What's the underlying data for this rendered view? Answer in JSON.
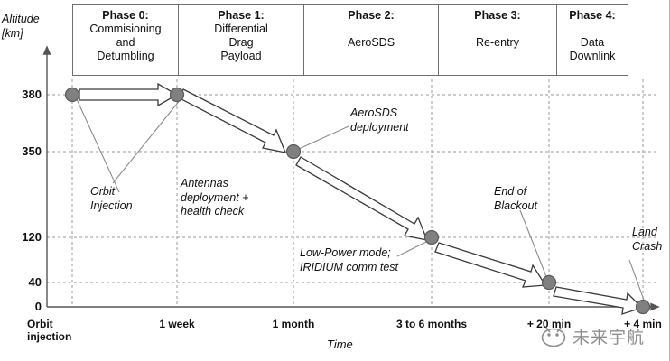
{
  "figure": {
    "axis": {
      "y_title_line1": "Altitude",
      "y_title_line2": "[km]",
      "x_title": "Time",
      "y_ticks": [
        "380",
        "350",
        "120",
        "40",
        "0"
      ],
      "x_ticks": [
        {
          "line1": "Orbit",
          "line2": "injection"
        },
        {
          "line1": "1 week",
          "line2": ""
        },
        {
          "line1": "1 month",
          "line2": ""
        },
        {
          "line1": "3 to 6 months",
          "line2": ""
        },
        {
          "line1": "+ 20 min",
          "line2": ""
        },
        {
          "line1": "+ 4 min",
          "line2": ""
        }
      ]
    },
    "phases": [
      {
        "title": "Phase 0:",
        "sub_lines": [
          "Commisioning",
          "and",
          "Detumbling"
        ]
      },
      {
        "title": "Phase 1:",
        "sub_lines": [
          "Differential",
          "Drag",
          "Payload"
        ]
      },
      {
        "title": "Phase 2:",
        "sub_lines": [
          "",
          "AeroSDS",
          ""
        ]
      },
      {
        "title": "Phase 3:",
        "sub_lines": [
          "",
          "Re-entry",
          ""
        ]
      },
      {
        "title": "Phase 4:",
        "sub_lines": [
          "",
          "Data",
          "Downlink"
        ]
      }
    ],
    "annotations": [
      {
        "id": "orbit-injection",
        "lines": [
          "Orbit",
          "Injection"
        ]
      },
      {
        "id": "antennas",
        "lines": [
          "Antennas",
          "deployment +",
          "health check"
        ]
      },
      {
        "id": "aerosds-deployment",
        "lines": [
          "AeroSDS",
          "deployment"
        ]
      },
      {
        "id": "low-power",
        "lines": [
          "Low-Power mode;",
          "IRIDIUM comm test"
        ]
      },
      {
        "id": "end-of-blackout",
        "lines": [
          "End of",
          "Blackout"
        ]
      },
      {
        "id": "land-crash",
        "lines": [
          "Land",
          "Crash"
        ]
      }
    ],
    "watermark": "未来宇航",
    "colors": {
      "marker_fill": "#808080",
      "marker_stroke": "#5a5a5a",
      "grid": "#9a9a9a",
      "axis": "#555555",
      "arrow_stroke": "#3a3a3a",
      "box_border": "#6f6f6f"
    }
  },
  "chart_data": {
    "type": "line",
    "title": "",
    "xlabel": "Time",
    "ylabel": "Altitude [km]",
    "ylim": [
      0,
      400
    ],
    "grid": true,
    "legend": "none",
    "x": [
      "Orbit injection",
      "1 week",
      "1 month",
      "3 to 6 months",
      "+ 20 min",
      "+ 4 min"
    ],
    "values": [
      380,
      380,
      350,
      120,
      40,
      0
    ],
    "points": [
      {
        "x_label": "Orbit injection",
        "altitude_km": 380,
        "event": "Orbit Injection"
      },
      {
        "x_label": "1 week",
        "altitude_km": 380,
        "event": "Antennas deployment + health check"
      },
      {
        "x_label": "1 month",
        "altitude_km": 350,
        "event": "AeroSDS deployment"
      },
      {
        "x_label": "3 to 6 months",
        "altitude_km": 120,
        "event": "Low-Power mode; IRIDIUM comm test"
      },
      {
        "x_label": "+ 20 min",
        "altitude_km": 40,
        "event": "End of Blackout"
      },
      {
        "x_label": "+ 4 min",
        "altitude_km": 0,
        "event": "Land Crash"
      }
    ],
    "ytick_values": [
      380,
      350,
      120,
      40,
      0
    ],
    "phase_spans": [
      {
        "phase": "Phase 0",
        "from": "Orbit injection",
        "to": "1 week"
      },
      {
        "phase": "Phase 1",
        "from": "1 week",
        "to": "1 month"
      },
      {
        "phase": "Phase 2",
        "from": "1 month",
        "to": "3 to 6 months"
      },
      {
        "phase": "Phase 3",
        "from": "3 to 6 months",
        "to": "+ 20 min"
      },
      {
        "phase": "Phase 4",
        "from": "+ 20 min",
        "to": "+ 4 min"
      }
    ]
  }
}
